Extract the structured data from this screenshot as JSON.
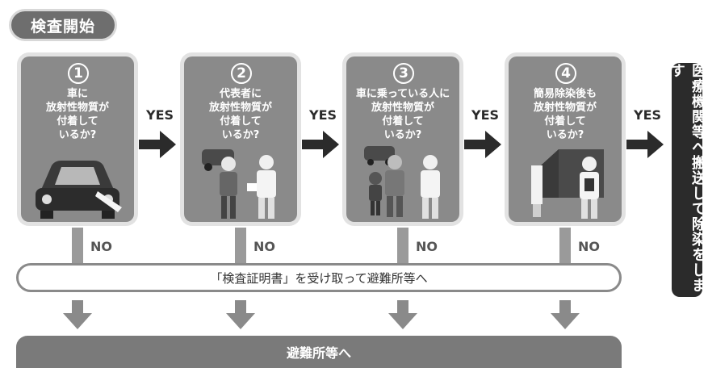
{
  "title": "検査開始",
  "steps": [
    {
      "num": "1",
      "question": "車に\n放射性物質が\n付着して\nいるか?",
      "illustration": "car-icon"
    },
    {
      "num": "2",
      "question": "代表者に\n放射性物質が\n付着して\nいるか?",
      "illustration": "inspection-people-icon"
    },
    {
      "num": "3",
      "question": "車に乗っている人に\n放射性物質が\n付着して\nいるか?",
      "illustration": "family-inspection-icon"
    },
    {
      "num": "4",
      "question": "簡易除染後も\n放射性物質が\n付着して\nいるか?",
      "illustration": "decontamination-tent-icon"
    }
  ],
  "yes_label": "YES",
  "no_label": "NO",
  "final_action": "医療機関等へ搬送して除染をします",
  "certificate_step": "「検査証明書」を受け取って避難所等へ",
  "shelter": "避難所等へ",
  "colors": {
    "box": "#8a8a8a",
    "arrow": "#2b2b2b",
    "final": "#2b2b2b",
    "shelter": "#7a7a7a"
  }
}
